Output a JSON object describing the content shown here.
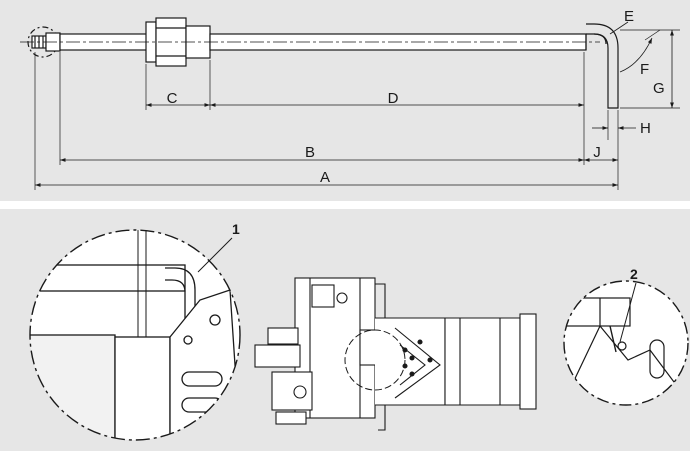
{
  "palette": {
    "background": "#e6e6e6",
    "panel": "#ffffff",
    "line": "#1a1a1a"
  },
  "figure": {
    "dimensions": {
      "a": "A",
      "b": "B",
      "c": "C",
      "d": "D",
      "e": "E",
      "f": "F",
      "g": "G",
      "h": "H",
      "j": "J"
    },
    "callouts": {
      "one": "1",
      "two": "2"
    }
  }
}
